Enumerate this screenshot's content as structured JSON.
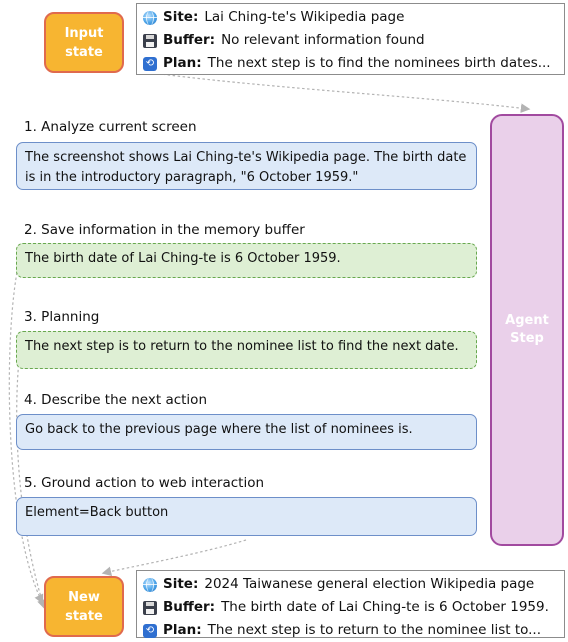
{
  "input_state": {
    "label": "Input\nstate",
    "site_label": "Site:",
    "site_value": "Lai Ching-te's Wikipedia page",
    "buffer_label": "Buffer:",
    "buffer_value": "No relevant information found",
    "plan_label": "Plan:",
    "plan_value": "The next step is to find the nominees birth dates..."
  },
  "agent_step": {
    "label": "Agent\nStep"
  },
  "steps": [
    {
      "label": "1. Analyze current screen",
      "text": "The screenshot shows Lai Ching-te's Wikipedia page. The birth date is in the introductory paragraph, \"6 October 1959.\""
    },
    {
      "label": "2. Save information in the memory buffer",
      "text": "The birth date of Lai Ching-te is 6 October 1959."
    },
    {
      "label": "3. Planning",
      "text": "The next step is to return to the nominee list to find the next date."
    },
    {
      "label": "4. Describe the next action",
      "text": "Go back to the previous page where the list of nominees is."
    },
    {
      "label": "5. Ground action to web interaction",
      "text": "Element=Back button"
    }
  ],
  "new_state": {
    "label": "New\nstate",
    "site_label": "Site:",
    "site_value": "2024 Taiwanese general election Wikipedia page",
    "buffer_label": "Buffer:",
    "buffer_value": "The birth date of Lai Ching-te is 6 October 1959.",
    "plan_label": "Plan:",
    "plan_value": "The next step is to return to the nominee list to..."
  },
  "icons": {
    "site": "globe-icon",
    "buffer": "floppy-disk-icon",
    "plan": "plan-icon"
  },
  "colors": {
    "state_fill": "#f7b531",
    "state_border": "#e06a4d",
    "agent_fill": "#ead0ea",
    "agent_border": "#a14a9f",
    "blue_fill": "#dde9f8",
    "blue_border": "#6d8fc9",
    "green_fill": "#deefd4",
    "green_border": "#68a84f"
  }
}
